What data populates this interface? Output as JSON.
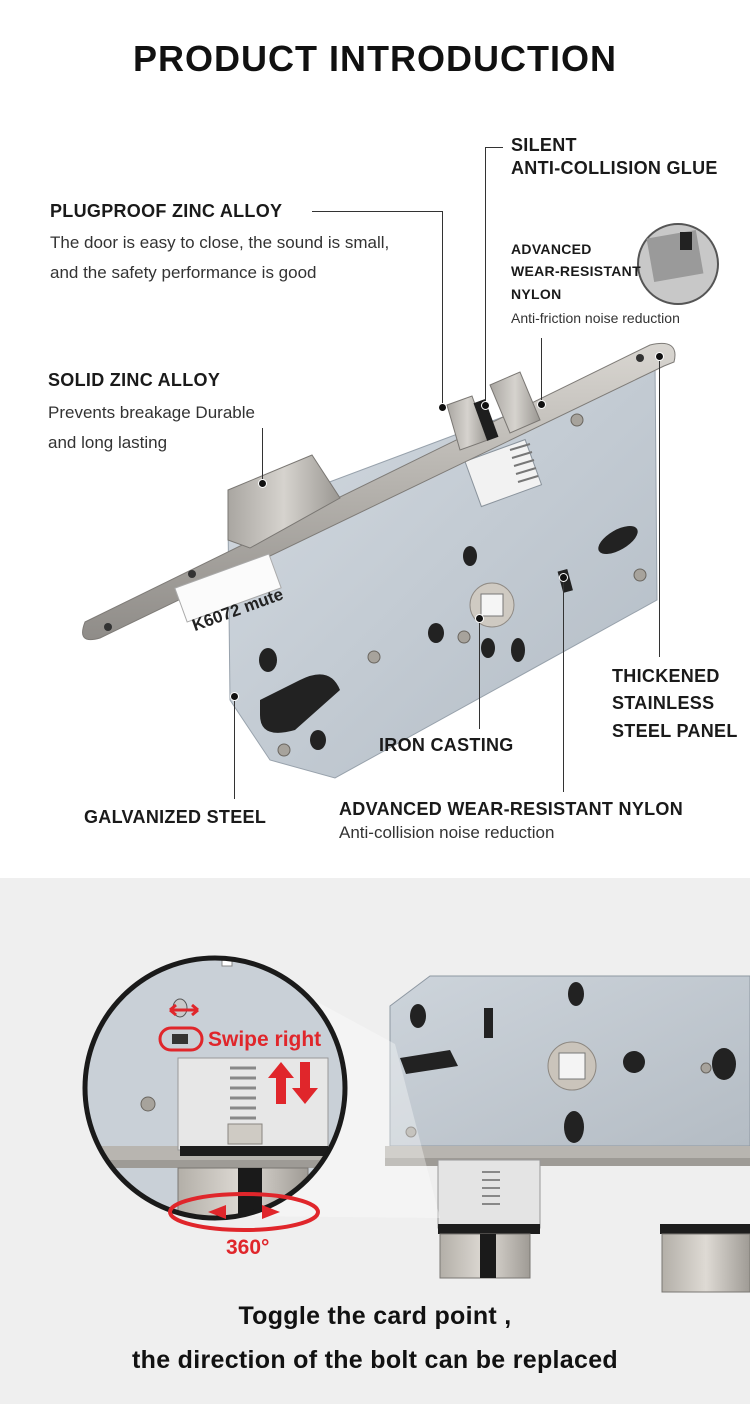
{
  "title": "PRODUCT INTRODUCTION",
  "labels": {
    "plugproof": {
      "head": "PLUGPROOF ZINC ALLOY",
      "desc_line1": "The door is easy to close, the sound is small,",
      "desc_line2": "and the safety performance is good"
    },
    "solid": {
      "head": "SOLID ZINC ALLOY",
      "desc_line1": "Prevents breakage Durable",
      "desc_line2": "and long lasting"
    },
    "silent": {
      "head_line1": "SILENT",
      "head_line2": "ANTI-COLLISION GLUE"
    },
    "nylon_top": {
      "head_line1": "ADVANCED",
      "head_line2": "WEAR-RESISTANT",
      "head_line3": "NYLON",
      "desc": "Anti-friction noise reduction"
    },
    "thickened": {
      "line1": "THICKENED",
      "line2": "STAINLESS",
      "line3": "STEEL PANEL"
    },
    "iron": "IRON CASTING",
    "galvanized": "GALVANIZED STEEL",
    "nylon_bottom": {
      "head": "ADVANCED WEAR-RESISTANT NYLON",
      "desc": "Anti-collision noise reduction"
    }
  },
  "product": {
    "stamp": "K6072 mute"
  },
  "detail": {
    "swipe": "Swipe right",
    "rotation": "360°",
    "caption_line1": "Toggle the card point ,",
    "caption_line2": "the direction of the bolt can be replaced"
  },
  "colors": {
    "accent_red": "#e0262b",
    "body_plate": "#c4ccd4",
    "steel_panel": "#b9b7b3"
  }
}
